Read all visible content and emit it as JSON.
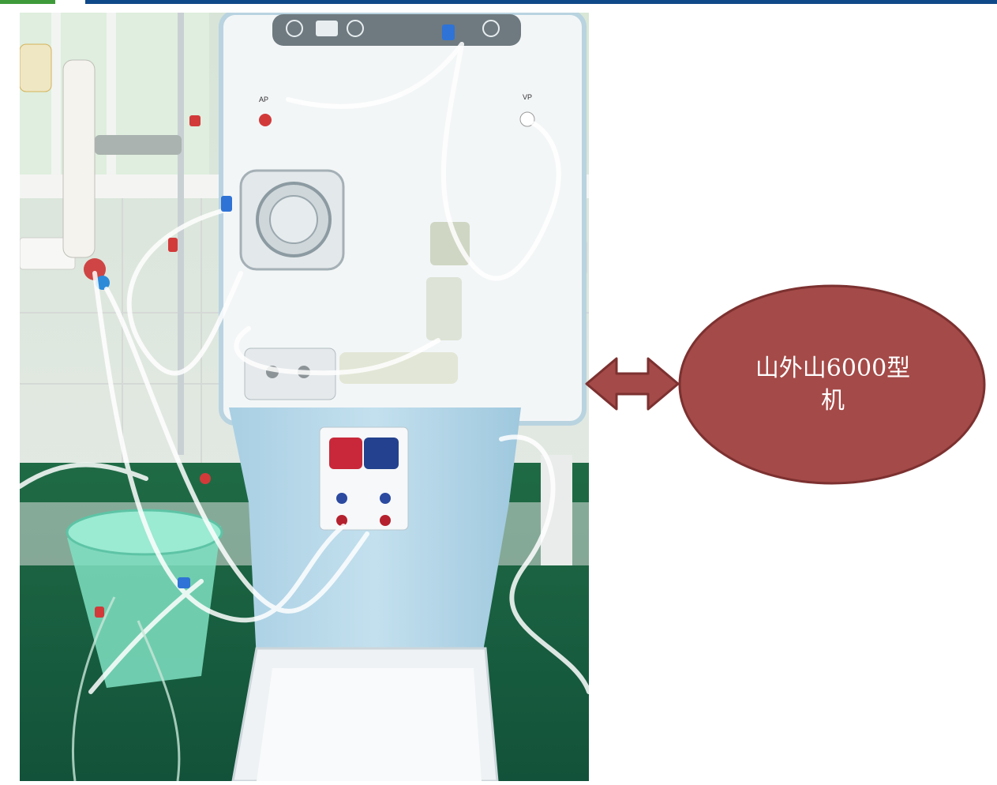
{
  "slide": {
    "colors": {
      "top_bar_green": "#3f9b3a",
      "top_bar_blue": "#10498a",
      "callout_fill": "#a44a48",
      "callout_stroke": "#7c3130"
    },
    "photo": {
      "ap_label": "AP",
      "vp_label": "VP"
    },
    "callout": {
      "line1": "山外山6000型",
      "line2": "机"
    }
  }
}
